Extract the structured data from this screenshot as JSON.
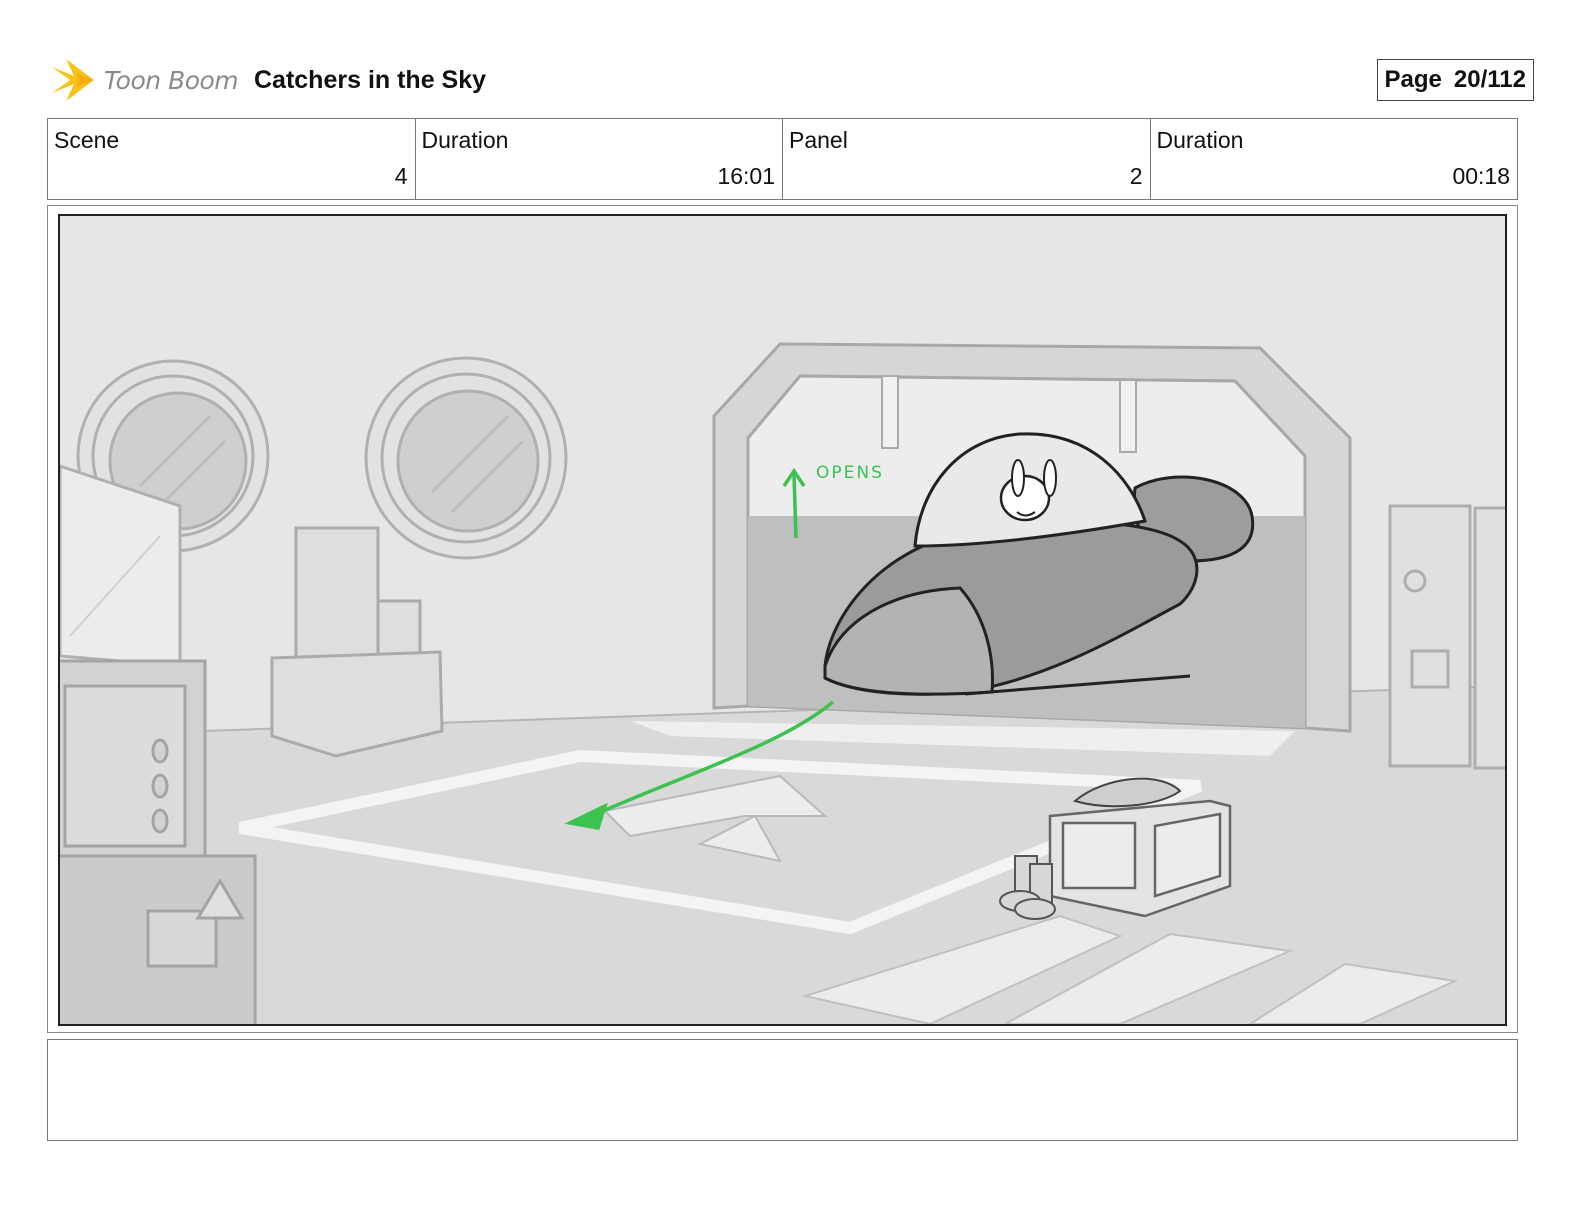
{
  "header": {
    "logo_text": "Toon Boom",
    "project_title": "Catchers in the Sky",
    "page_label": "Page",
    "page_number": "20/112"
  },
  "info": {
    "scene_label": "Scene",
    "scene_value": "4",
    "scene_duration_label": "Duration",
    "scene_duration_value": "16:01",
    "panel_label": "Panel",
    "panel_value": "2",
    "panel_duration_label": "Duration",
    "panel_duration_value": "00:18"
  },
  "panel": {
    "annotation": "OPENS"
  },
  "notes": {
    "text": ""
  },
  "colors": {
    "annotation_green": "#3cc24e",
    "logo_yellow": "#f5c518"
  }
}
